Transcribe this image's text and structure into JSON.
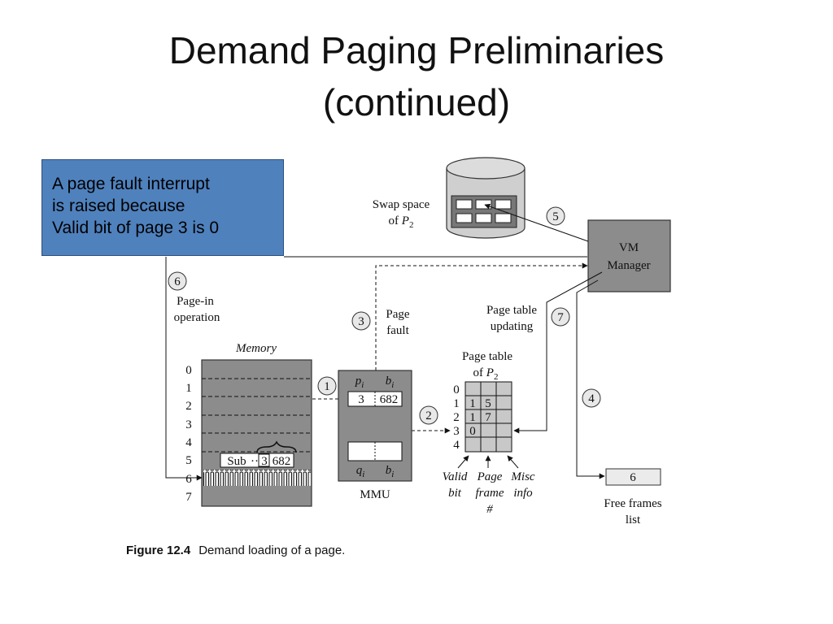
{
  "title": {
    "line1": "Demand Paging Preliminaries",
    "line2": "(continued)"
  },
  "callout": {
    "line1": "A page fault interrupt",
    "line2": "is raised because",
    "line3": "Valid bit of page 3 is 0"
  },
  "colors": {
    "callout_bg": "#4f81bd",
    "box_gray": "#8c8c8c",
    "disk_gray": "#cfcfcf"
  },
  "swap": {
    "line1": "Swap space",
    "line2_prefix": "of ",
    "line2_var": "P",
    "line2_sub": "2"
  },
  "vm_manager": {
    "line1": "VM",
    "line2": "Manager"
  },
  "steps": {
    "s1": "1",
    "s2": "2",
    "s3": "3",
    "s4": "4",
    "s5": "5",
    "s6": "6",
    "s7": "7"
  },
  "labels": {
    "page_in_1": "Page-in",
    "page_in_2": "operation",
    "page_fault_1": "Page",
    "page_fault_2": "fault",
    "pt_update_1": "Page table",
    "pt_update_2": "updating",
    "memory": "Memory",
    "mmu": "MMU",
    "free_frames_1": "Free frames",
    "free_frames_2": "list",
    "free_frames_value": "6"
  },
  "memory": {
    "rows": [
      "0",
      "1",
      "2",
      "3",
      "4",
      "5",
      "6",
      "7"
    ],
    "sub_label": "Sub",
    "dots": "··",
    "sub_page": "3",
    "sub_offset": "682"
  },
  "mmu": {
    "p": "p",
    "p_sub": "i",
    "b": "b",
    "b_sub": "i",
    "q": "q",
    "q_sub": "i",
    "b2": "b",
    "b2_sub": "i",
    "reg_page": "3",
    "reg_offset": "682"
  },
  "page_table": {
    "title1": "Page table",
    "title2_prefix": "of ",
    "title2_var": "P",
    "title2_sub": "2",
    "row_labels": [
      "0",
      "1",
      "2",
      "3",
      "4"
    ],
    "rows": [
      {
        "valid": "",
        "frame": "",
        "misc": ""
      },
      {
        "valid": "1",
        "frame": "5",
        "misc": ""
      },
      {
        "valid": "1",
        "frame": "7",
        "misc": ""
      },
      {
        "valid": "0",
        "frame": "",
        "misc": ""
      },
      {
        "valid": "",
        "frame": "",
        "misc": ""
      }
    ],
    "col1_1": "Valid",
    "col1_2": "bit",
    "col2_1": "Page",
    "col2_2": "frame",
    "col2_3": "#",
    "col3_1": "Misc",
    "col3_2": "info"
  },
  "figure_caption": {
    "label": "Figure 12.4",
    "text": "Demand loading of a page."
  }
}
